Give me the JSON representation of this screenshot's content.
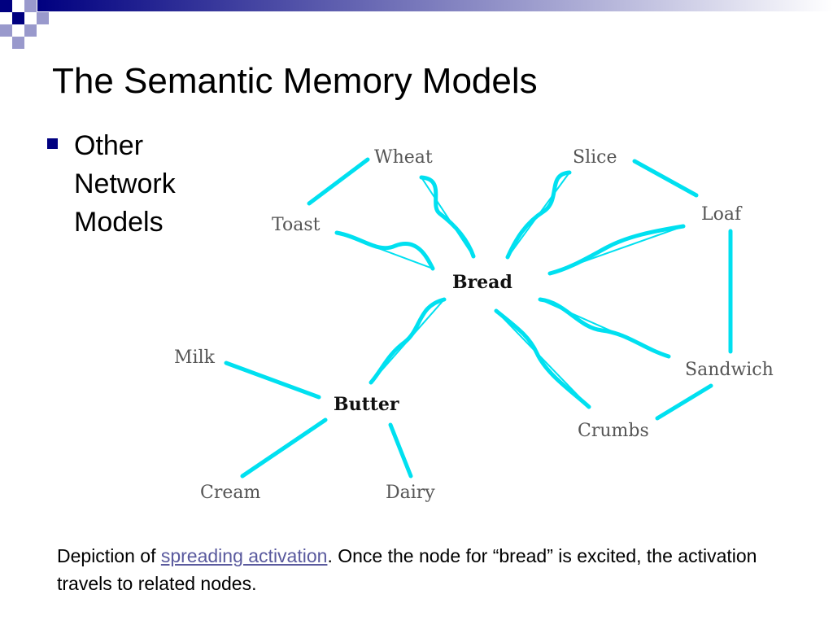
{
  "slide": {
    "title": "The Semantic Memory Models",
    "bullet": "Other Network Models",
    "colors": {
      "accent": "#000080",
      "edge": "#00e0f0",
      "link": "#5a5a9e"
    }
  },
  "diagram": {
    "center": "Bread",
    "hub": "Butter",
    "nodes": {
      "wheat": "Wheat",
      "slice": "Slice",
      "toast": "Toast",
      "loaf": "Loaf",
      "sandwich": "Sandwich",
      "crumbs": "Crumbs",
      "milk": "Milk",
      "cream": "Cream",
      "dairy": "Dairy"
    }
  },
  "caption": {
    "before": "Depiction of ",
    "link": "spreading activation",
    "after": ". Once the node for “bread” is excited, the activation travels to related nodes."
  }
}
